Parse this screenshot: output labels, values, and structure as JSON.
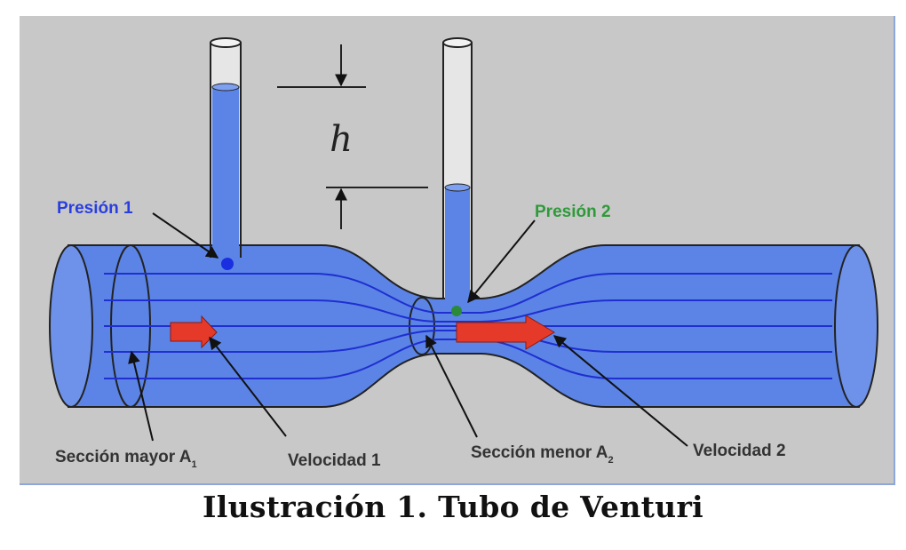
{
  "caption": "Ilustración 1. Tubo de Venturi",
  "labels": {
    "pressure1": "Presión 1",
    "pressure2": "Presión 2",
    "height": "h",
    "velocity1": "Velocidad 1",
    "velocity2": "Velocidad 2",
    "major_section": "Sección mayor A",
    "major_section_sub": "1",
    "minor_section": "Sección menor A",
    "minor_section_sub": "2"
  },
  "colors": {
    "background": "#c8c8c8",
    "pipe_fill": "#5b84e6",
    "fluid": "#5b84e6",
    "streamline": "#1f2fd0",
    "arrow": "#e53a2a",
    "pressure1_label": "#2a3ee0",
    "pressure2_label": "#2e9a3a",
    "pressure1_dot": "#1a2fe0",
    "pressure2_dot": "#2a8a3a",
    "text": "#333333"
  }
}
